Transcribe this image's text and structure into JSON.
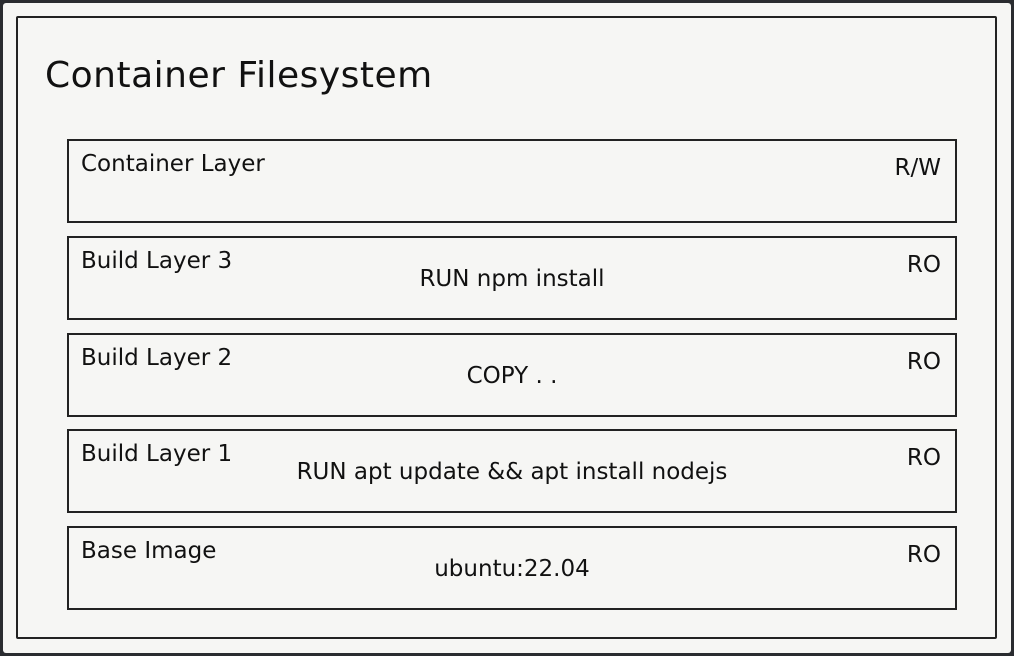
{
  "title": "Container Filesystem",
  "layers": [
    {
      "name": "Container Layer",
      "command": "",
      "mode": "R/W"
    },
    {
      "name": "Build Layer 3",
      "command": "RUN npm install",
      "mode": "RO"
    },
    {
      "name": "Build Layer 2",
      "command": "COPY . .",
      "mode": "RO"
    },
    {
      "name": "Build Layer 1",
      "command": "RUN apt update && apt install nodejs",
      "mode": "RO"
    },
    {
      "name": "Base Image",
      "command": "ubuntu:22.04",
      "mode": "RO"
    }
  ]
}
